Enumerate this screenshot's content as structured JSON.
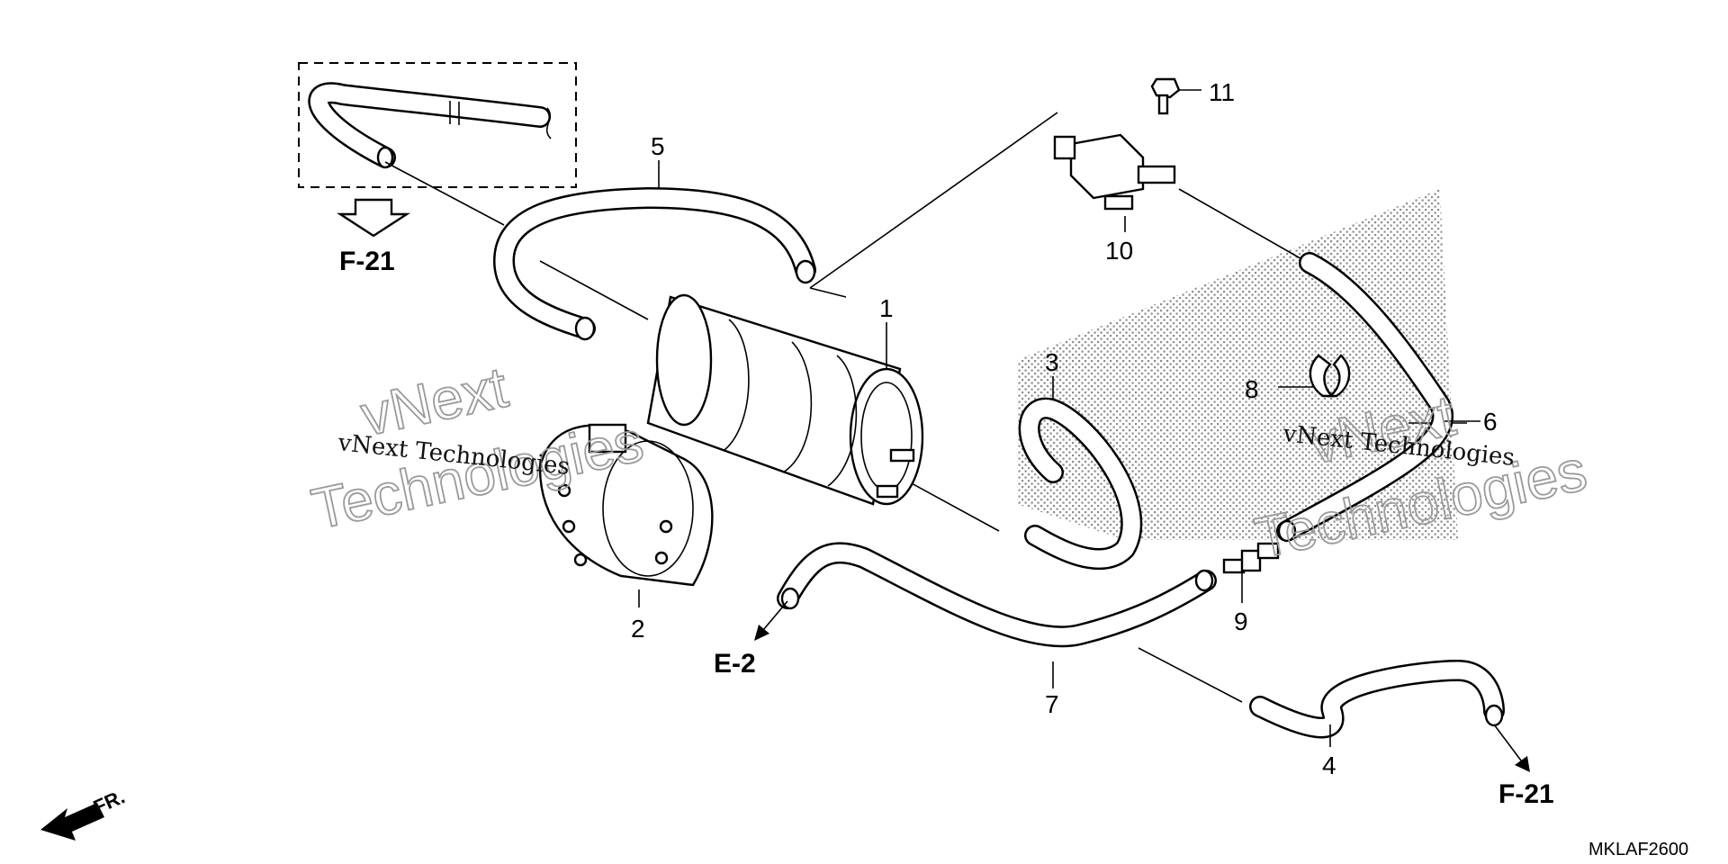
{
  "diagram": {
    "part_numbers": [
      "1",
      "2",
      "3",
      "4",
      "5",
      "6",
      "7",
      "8",
      "9",
      "10",
      "11"
    ],
    "references": {
      "top_left": "F-21",
      "bottom_left": "E-2",
      "bottom_right": "F-21"
    },
    "direction": "FR.",
    "diagram_code": "MKLAF2600"
  },
  "watermark": {
    "line1": "vNext",
    "line2": "vNext Technologies",
    "line3": "Technologies"
  },
  "colors": {
    "ink": "#000000",
    "screen": "#8c8c8c",
    "watermark_outline": "#9a9a9a"
  }
}
